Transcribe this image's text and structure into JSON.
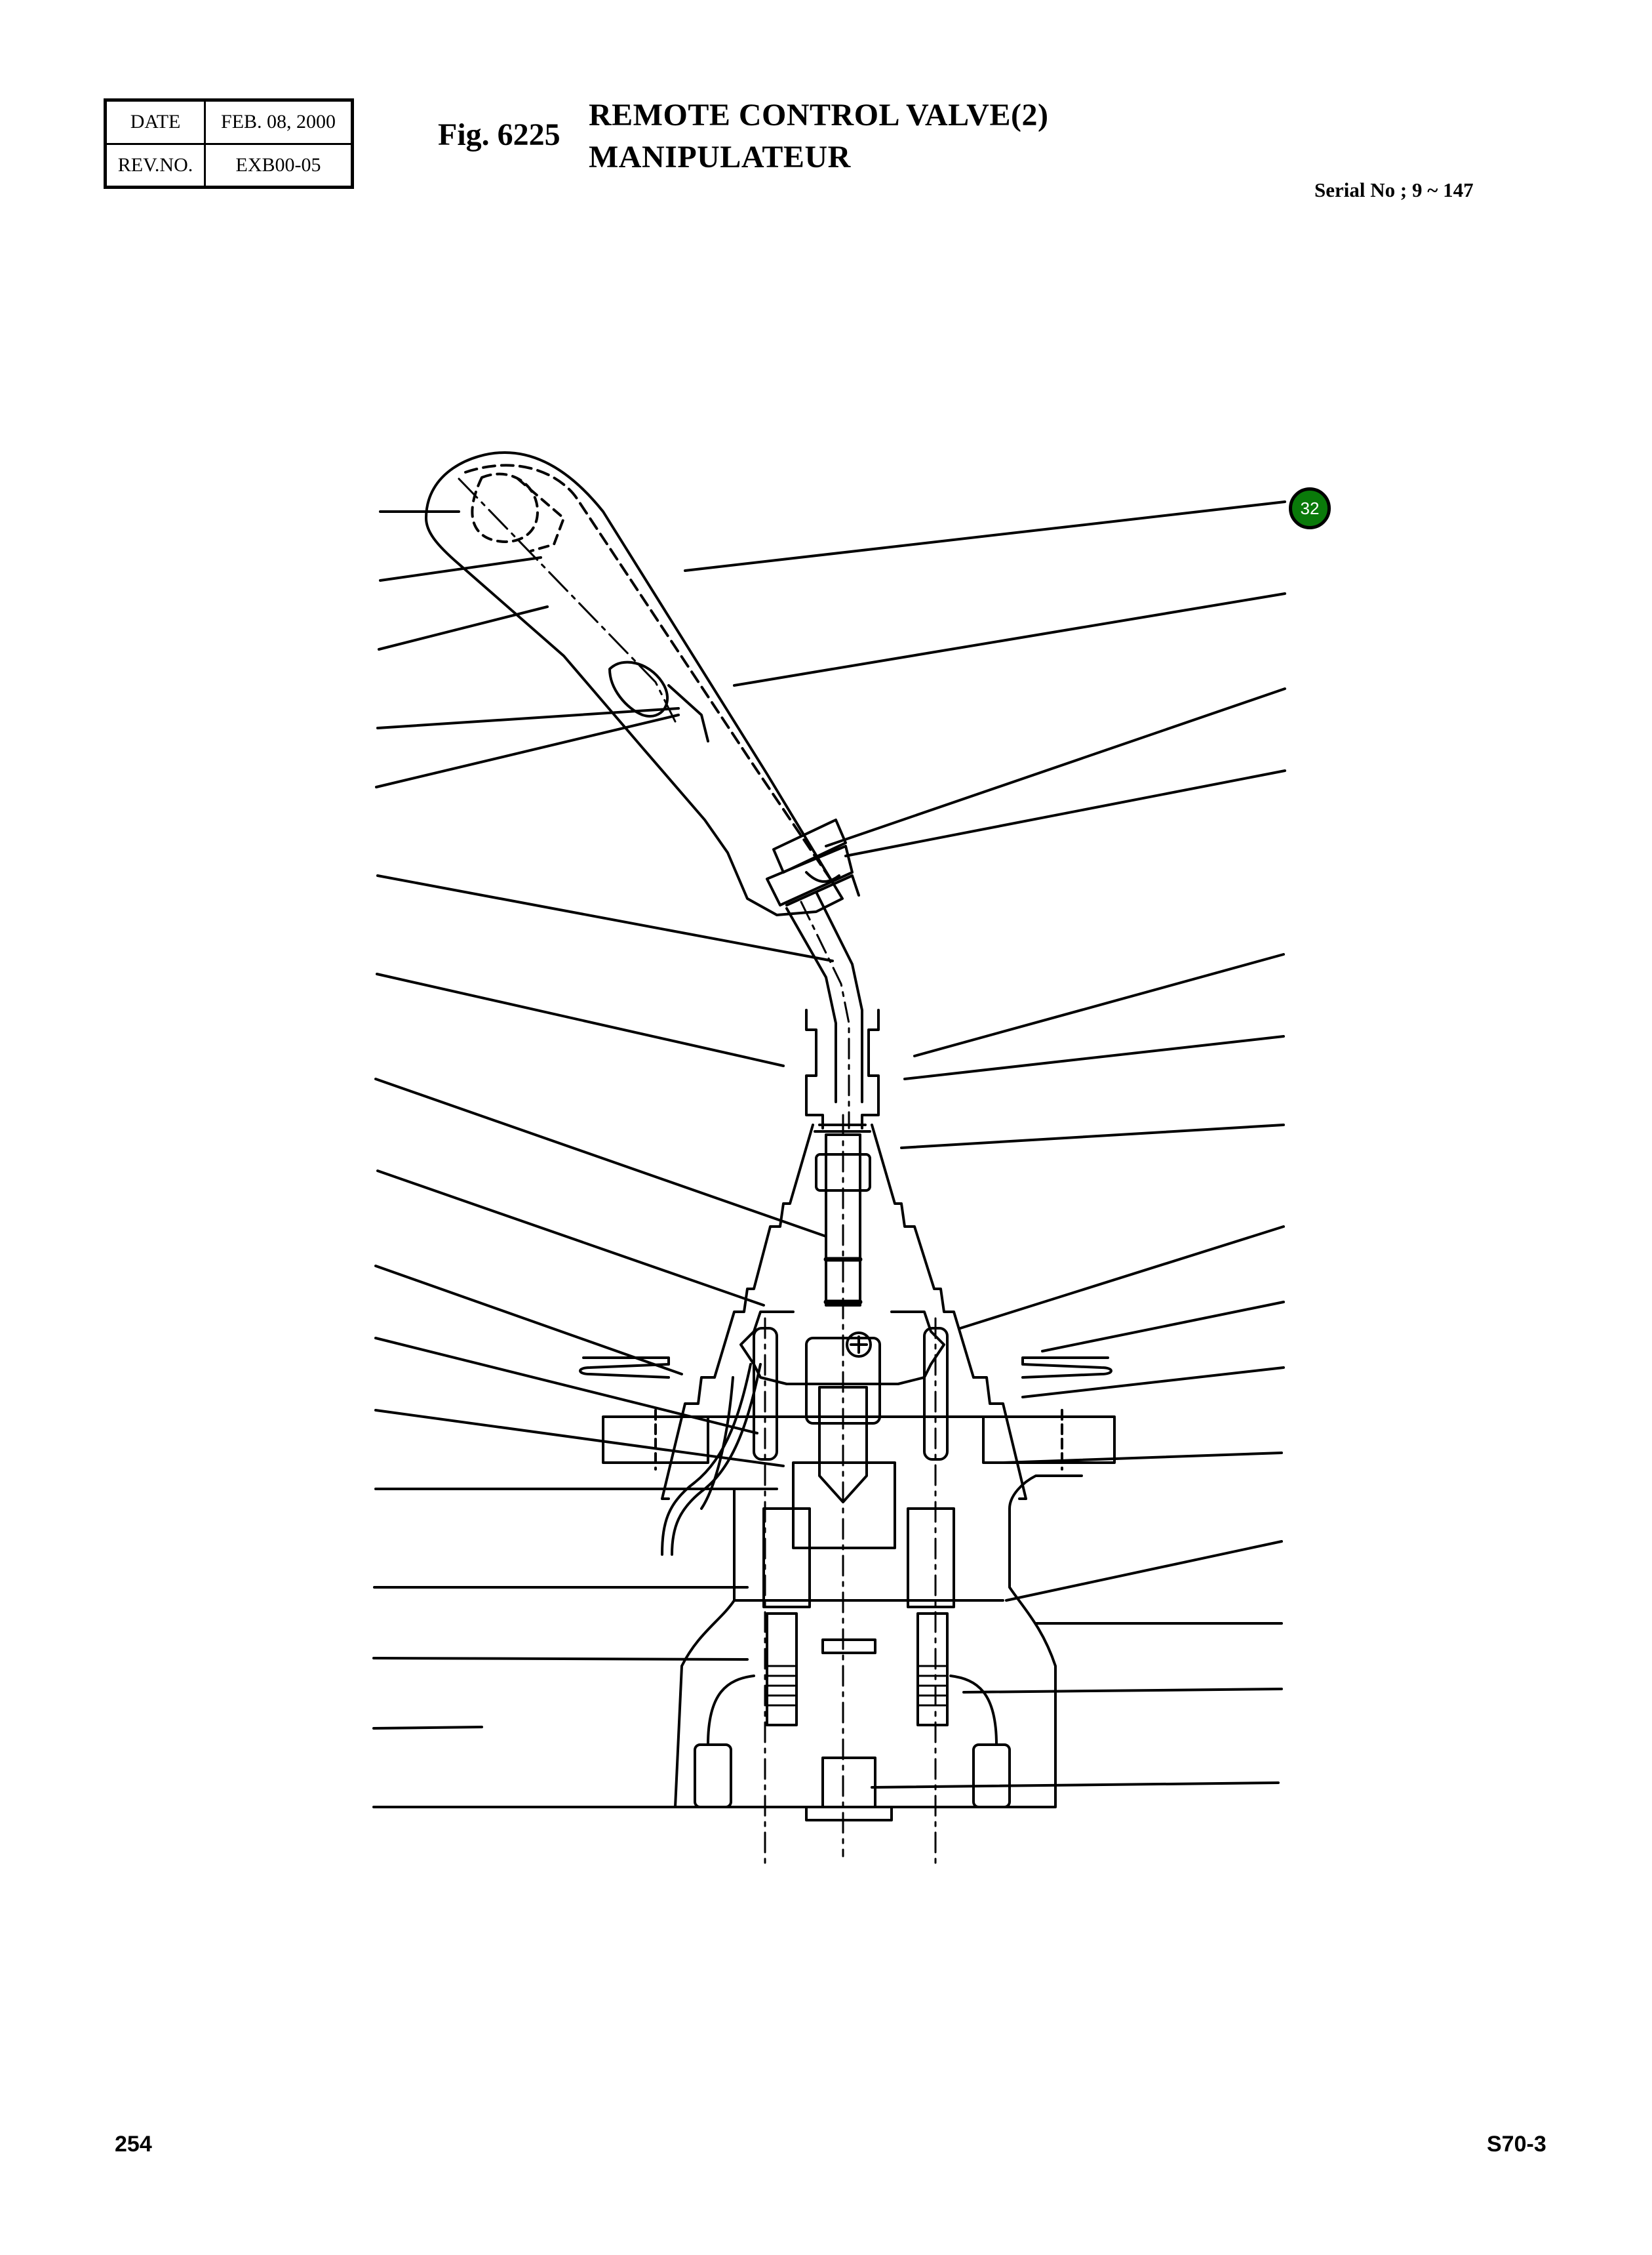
{
  "header": {
    "date_label": "DATE",
    "date_value": "FEB. 08, 2000",
    "rev_label": "REV.NO.",
    "rev_value": "EXB00-05",
    "figure_number": "Fig. 6225",
    "title_en": "REMOTE CONTROL VALVE(2)",
    "title_fr": "MANIPULATEUR",
    "serial": "Serial No ; 9 ~ 147"
  },
  "drawing": {
    "subject": "remote-control-valve-joystick-cross-section",
    "callouts": [
      {
        "number": "32",
        "color": "#0a7a0a",
        "text_color": "#ffffff"
      }
    ],
    "left_leader_count": 18,
    "right_leader_count": 18
  },
  "footer": {
    "page_number": "254",
    "model": "S70-3"
  }
}
